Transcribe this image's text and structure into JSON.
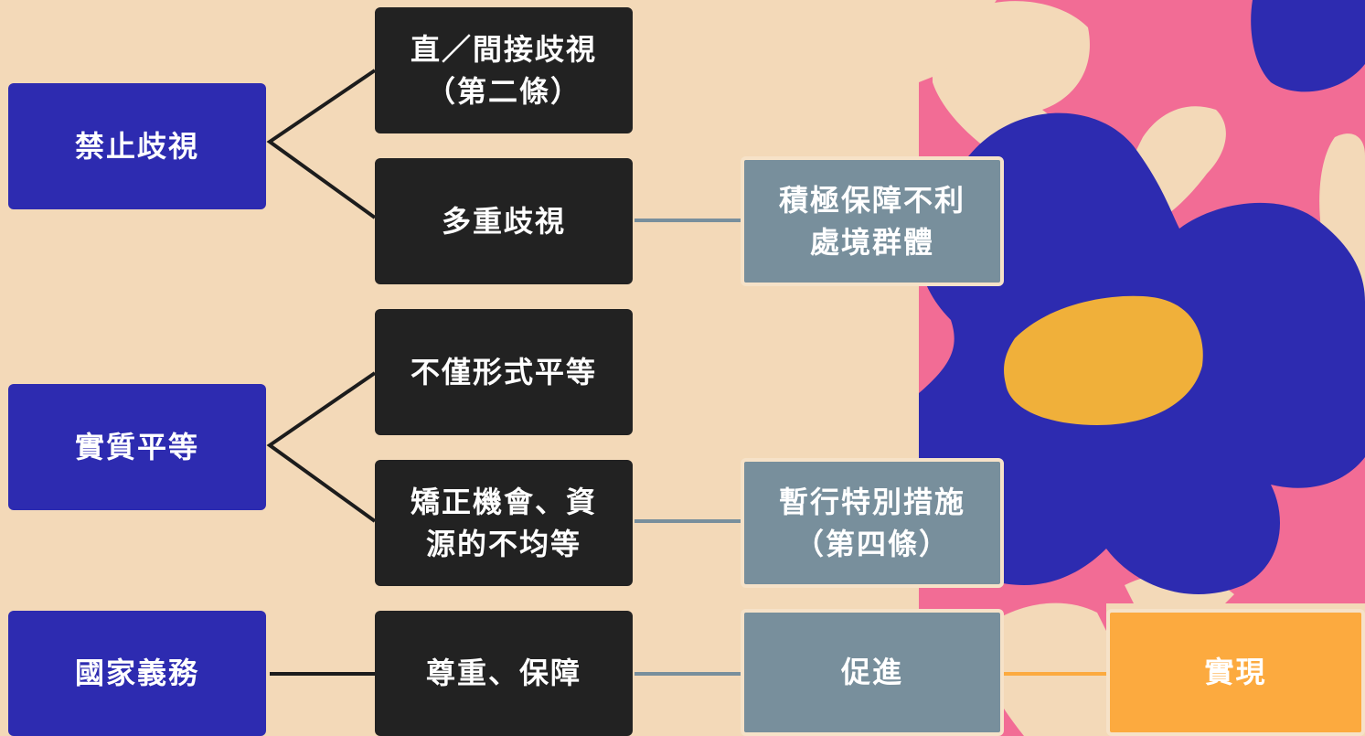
{
  "nodes": {
    "prohibit_discrimination": "禁止歧視",
    "substantive_equality": "實質平等",
    "state_obligations": "國家義務",
    "direct_indirect": "直／間接歧視\n（第二條）",
    "multiple_discrimination": "多重歧視",
    "not_only_formal": "不僅形式平等",
    "correct_inequality": "矯正機會、資\n源的不均等",
    "respect_protect": "尊重、保障",
    "positive_protection": "積極保障不利\n處境群體",
    "temporary_measures": "暫行特別措施\n（第四條）",
    "promote": "促進",
    "realize": "實現"
  },
  "colors": {
    "background": "#f3d9b8",
    "pink": "#f26c95",
    "flower_blue": "#2d2bb0",
    "flower_center": "#f0b03a",
    "cream": "#f3d9b8",
    "category_box": "#2d2bb0",
    "concept_box": "#222222",
    "measure_box": "#788f9c",
    "result_box": "#fcaa3f",
    "connector_dark": "#1c1c1c",
    "connector_gray": "#788f9c",
    "connector_orange": "#fcaa3f"
  }
}
